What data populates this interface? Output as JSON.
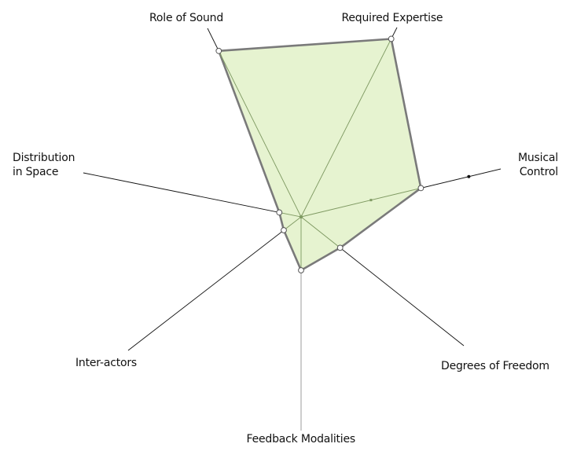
{
  "chart_data": {
    "type": "radar",
    "axes": [
      {
        "key": "role_of_sound",
        "label_lines": [
          "Role of Sound"
        ],
        "value": 0.88
      },
      {
        "key": "required_expertise",
        "label_lines": [
          "Required Expertise"
        ],
        "value": 0.94
      },
      {
        "key": "musical_control",
        "label_lines": [
          "Musical",
          "Control"
        ],
        "value": 0.6
      },
      {
        "key": "degrees_of_freedom",
        "label_lines": [
          "Degrees of Freedom"
        ],
        "value": 0.24
      },
      {
        "key": "feedback_modalities",
        "label_lines": [
          "Feedback Modalities"
        ],
        "value": 0.25
      },
      {
        "key": "inter_actors",
        "label_lines": [
          "Inter-actors"
        ],
        "value": 0.1
      },
      {
        "key": "distribution_in_space",
        "label_lines": [
          "Distribution",
          "in Space"
        ],
        "value": 0.1
      }
    ],
    "range": [
      0,
      1
    ],
    "colors": {
      "fill": "#e4f2cc",
      "outline": "#7a7a7a",
      "axis_line": "#111111",
      "feedback_axis_line": "#b8b8b8",
      "spoke": "#7f9a62",
      "marker_fill": "#ffffff",
      "marker_stroke": "#555555"
    }
  }
}
